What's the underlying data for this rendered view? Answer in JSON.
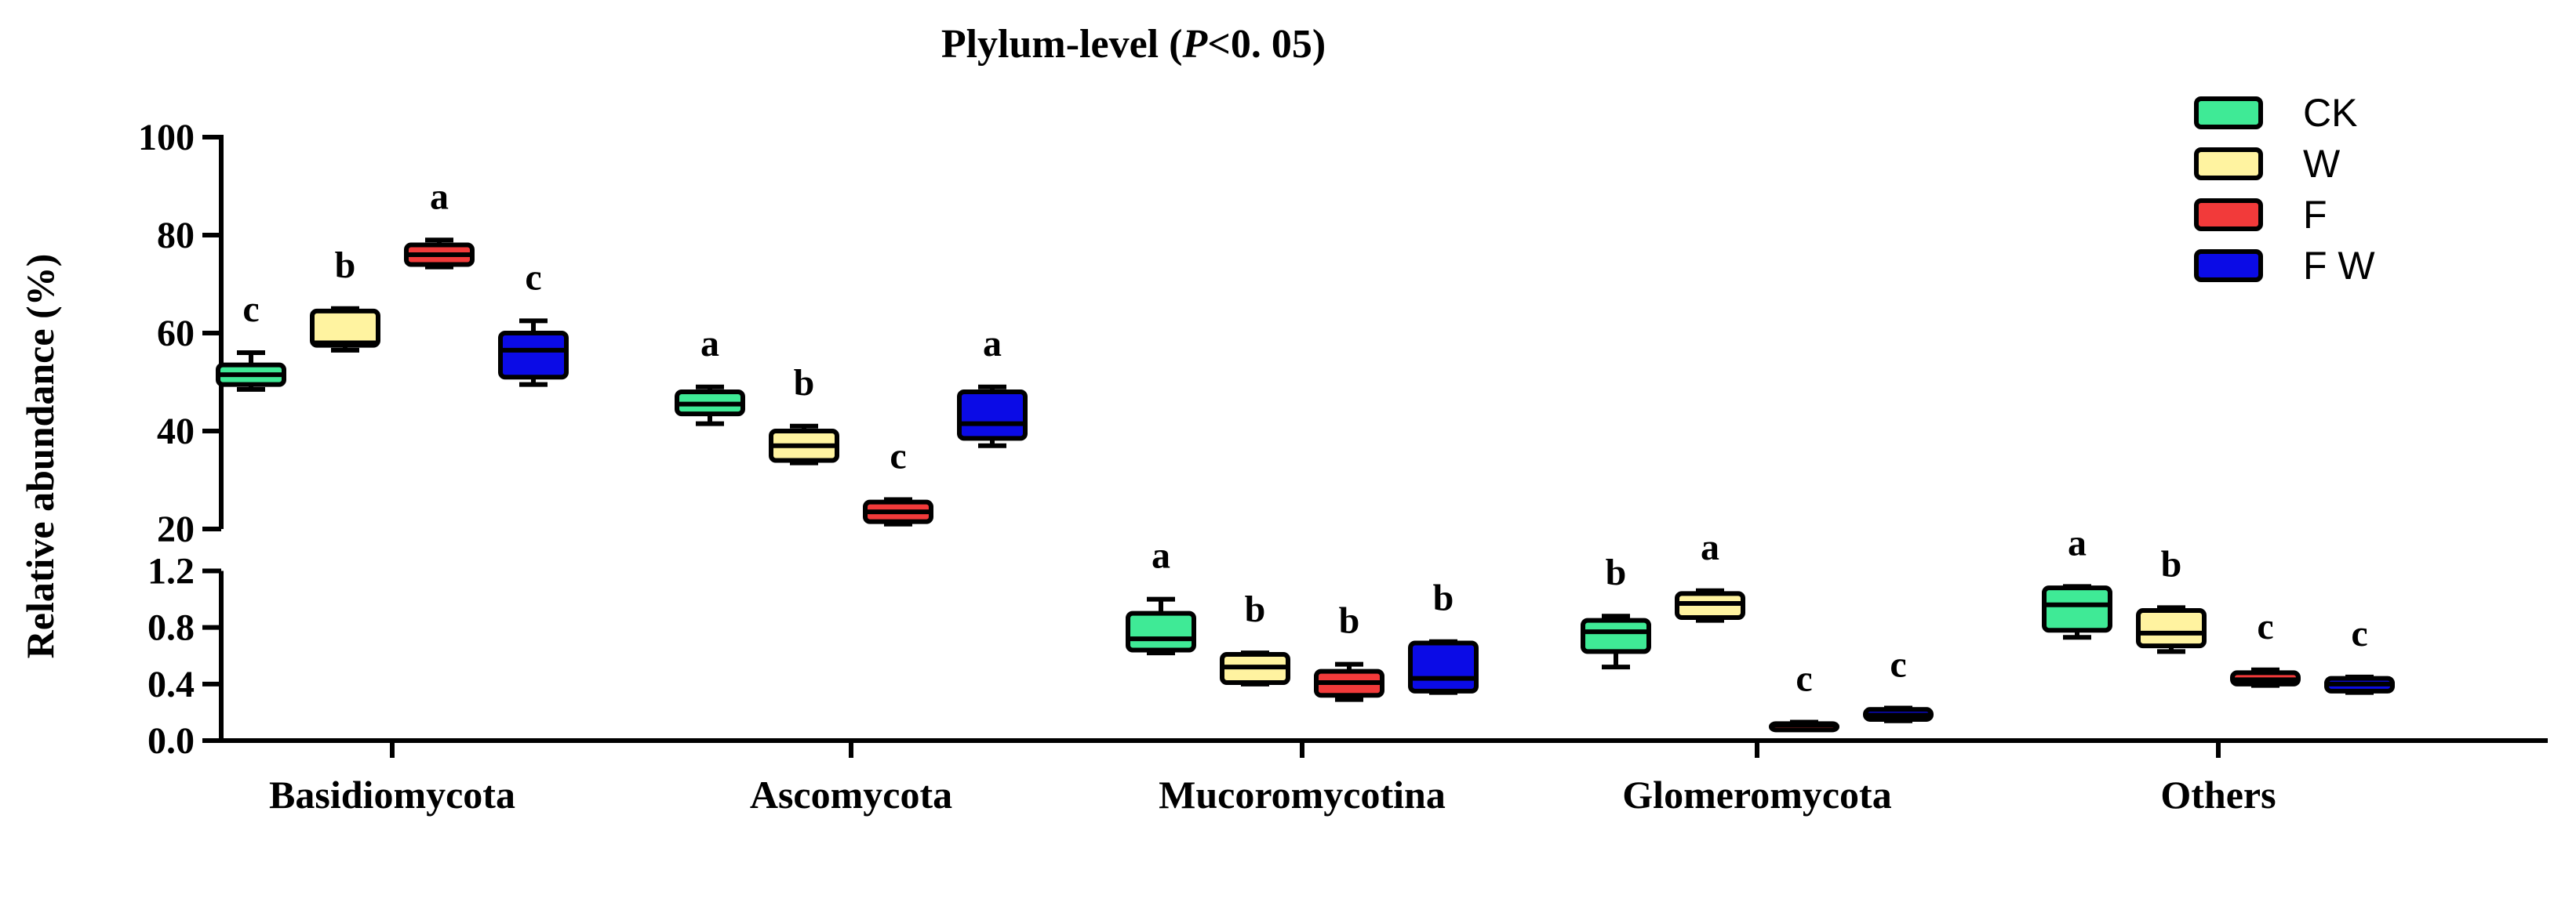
{
  "chart_data": {
    "type": "box",
    "title": "Plylum-level (P<0. 05)",
    "title_parts": {
      "pre": "Plylum-level (",
      "italic": "P",
      "post": "<0. 05)"
    },
    "ylabel": "Relative abundance (%)",
    "xlabel": "",
    "y_axis_broken": true,
    "y_lower_segment": {
      "range": [
        0.0,
        1.2
      ],
      "ticks": [
        "0.0",
        "0.4",
        "0.8",
        "1.2"
      ]
    },
    "y_upper_segment": {
      "range": [
        20,
        100
      ],
      "ticks": [
        "20",
        "40",
        "60",
        "80",
        "100"
      ]
    },
    "legend_position": "top-right",
    "categories": [
      "Basidiomycota",
      "Ascomycota",
      "Mucoromycotina",
      "Glomeromycota",
      "Others"
    ],
    "series": [
      {
        "name": "CK",
        "color": "#3FEA96",
        "boxes": [
          {
            "min": 48.5,
            "q1": 49.5,
            "median": 51.5,
            "q3": 53.5,
            "max": 56,
            "letter": "c"
          },
          {
            "min": 41.5,
            "q1": 43.5,
            "median": 45.5,
            "q3": 48,
            "max": 49,
            "letter": "a"
          },
          {
            "min": 0.62,
            "q1": 0.64,
            "median": 0.72,
            "q3": 0.9,
            "max": 1.0,
            "letter": "a"
          },
          {
            "min": 0.52,
            "q1": 0.63,
            "median": 0.77,
            "q3": 0.85,
            "max": 0.88,
            "letter": "b"
          },
          {
            "min": 0.73,
            "q1": 0.78,
            "median": 0.96,
            "q3": 1.08,
            "max": 1.09,
            "letter": "a"
          }
        ]
      },
      {
        "name": "W",
        "color": "#FFF3A0",
        "boxes": [
          {
            "min": 56.5,
            "q1": 57.5,
            "median": 58,
            "q3": 64.5,
            "max": 65,
            "letter": "b"
          },
          {
            "min": 33.5,
            "q1": 34,
            "median": 37,
            "q3": 40,
            "max": 41,
            "letter": "b"
          },
          {
            "min": 0.4,
            "q1": 0.41,
            "median": 0.52,
            "q3": 0.61,
            "max": 0.62,
            "letter": "b"
          },
          {
            "min": 0.85,
            "q1": 0.87,
            "median": 0.97,
            "q3": 1.04,
            "max": 1.06,
            "letter": "a"
          },
          {
            "min": 0.63,
            "q1": 0.67,
            "median": 0.76,
            "q3": 0.92,
            "max": 0.94,
            "letter": "b"
          }
        ]
      },
      {
        "name": "F",
        "color": "#F23A3A",
        "boxes": [
          {
            "min": 73.5,
            "q1": 74,
            "median": 76,
            "q3": 78,
            "max": 79,
            "letter": "a"
          },
          {
            "min": 21,
            "q1": 21.5,
            "median": 23.5,
            "q3": 25.5,
            "max": 26,
            "letter": "c"
          },
          {
            "min": 0.29,
            "q1": 0.32,
            "median": 0.41,
            "q3": 0.49,
            "max": 0.54,
            "letter": "b"
          },
          {
            "min": 0.09,
            "q1": 0.1,
            "median": 0.11,
            "q3": 0.12,
            "max": 0.13,
            "letter": "c"
          },
          {
            "min": 0.39,
            "q1": 0.4,
            "median": 0.43,
            "q3": 0.48,
            "max": 0.5,
            "letter": "c"
          }
        ]
      },
      {
        "name": "FW",
        "color": "#0B0BE6",
        "boxes": [
          {
            "min": 49.5,
            "q1": 51,
            "median": 56.5,
            "q3": 60,
            "max": 62.5,
            "letter": "c"
          },
          {
            "min": 37,
            "q1": 38.5,
            "median": 41.5,
            "q3": 48,
            "max": 49,
            "letter": "a"
          },
          {
            "min": 0.34,
            "q1": 0.35,
            "median": 0.44,
            "q3": 0.69,
            "max": 0.7,
            "letter": "b"
          },
          {
            "min": 0.14,
            "q1": 0.15,
            "median": 0.18,
            "q3": 0.22,
            "max": 0.23,
            "letter": "c"
          },
          {
            "min": 0.34,
            "q1": 0.35,
            "median": 0.4,
            "q3": 0.44,
            "max": 0.45,
            "letter": "c"
          }
        ]
      }
    ]
  }
}
